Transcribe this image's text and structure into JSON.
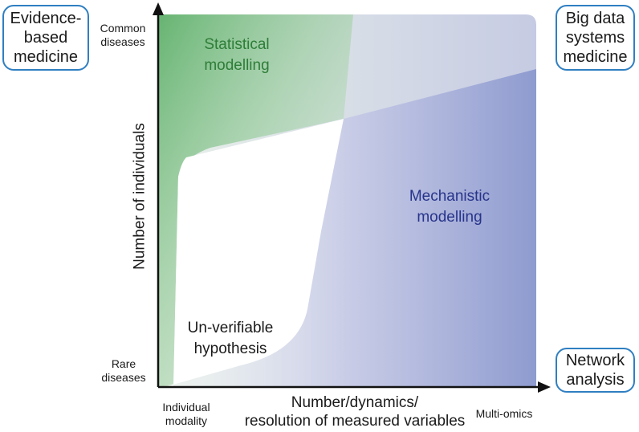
{
  "corner_boxes": {
    "top_left": "Evidence-\nbased\nmedicine",
    "top_right": "Big data\nsystems\nmedicine",
    "bottom_right": "Network\nanalysis"
  },
  "y_axis": {
    "title": "Number of individuals",
    "top_label": "Common\ndiseases",
    "bottom_label": "Rare\ndiseases"
  },
  "x_axis": {
    "title": "Number/dynamics/\nresolution of measured variables",
    "left_label": "Individual\nmodality",
    "right_label": "Multi-omics"
  },
  "regions": {
    "statistical": "Statistical\nmodelling",
    "mechanistic": "Mechanistic\nmodelling",
    "unverifiable": "Un-verifiable\nhypothesis"
  },
  "colors": {
    "statistical": "#5fb06b",
    "mechanistic": "#7c8ac8",
    "statistical_text": "#2e7d38",
    "mechanistic_text": "#27348b",
    "box_border": "#2f7fc1"
  }
}
